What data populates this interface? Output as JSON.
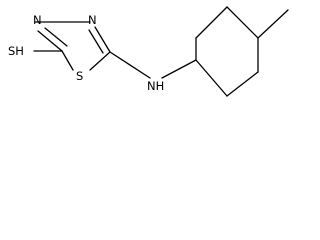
{
  "molecule": {
    "atoms": {
      "thiol": "SH",
      "ring_nitrogen_left": "N",
      "ring_nitrogen_right": "N",
      "ring_sulfur": "S",
      "amine": "NH"
    }
  }
}
